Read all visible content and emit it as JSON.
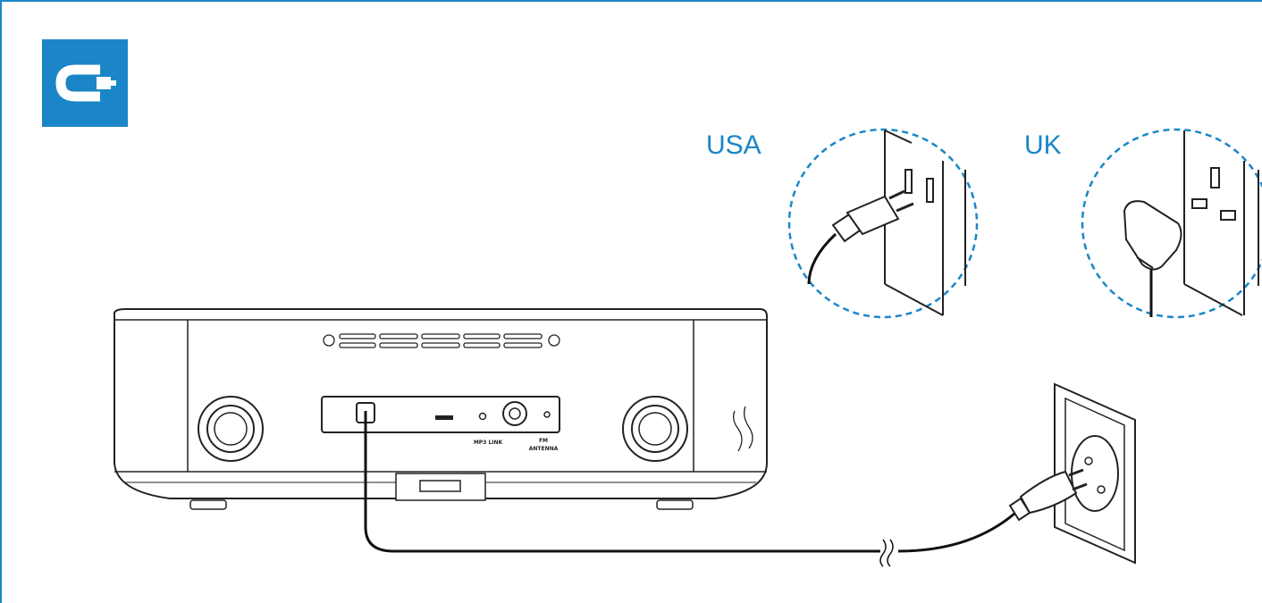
{
  "accent_color": "#1a86c7",
  "header": {
    "icon": "power-plug-icon"
  },
  "labels": {
    "usa": "USA",
    "uk": "UK"
  },
  "device": {
    "ports": {
      "mp3_link": "MP3 LINK",
      "fm": "FM",
      "antenna": "ANTENNA"
    }
  }
}
